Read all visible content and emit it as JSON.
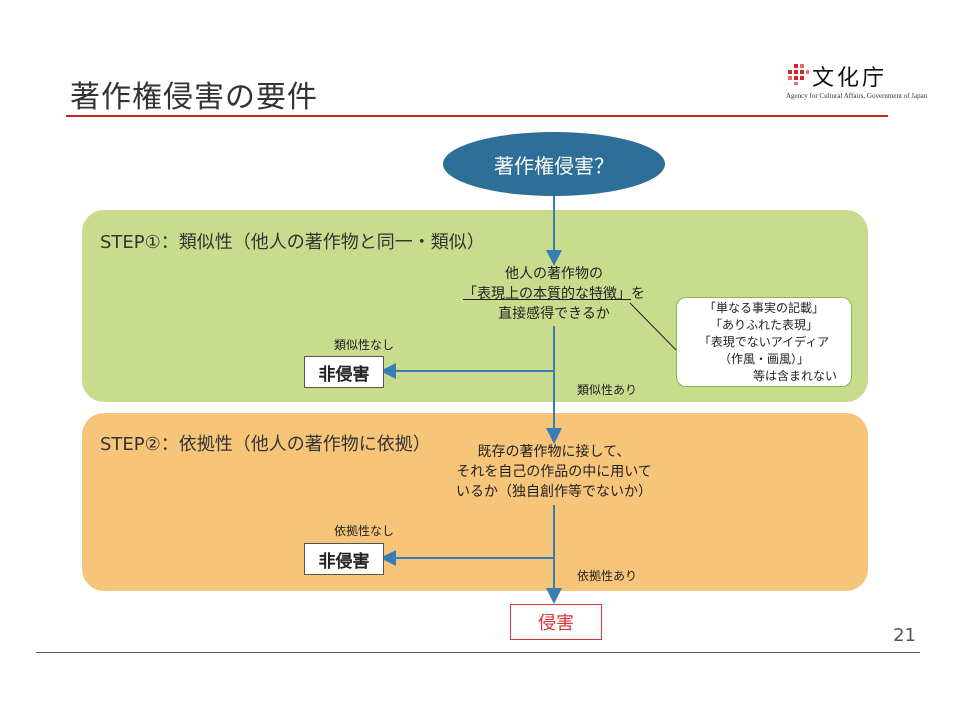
{
  "header": {
    "title": "著作権侵害の要件",
    "logo_text": "文化庁",
    "logo_sub": "Agency for Cultural Affairs, Government of Japan"
  },
  "diagram": {
    "start": "著作権侵害？",
    "step1": {
      "label": "STEP①：類似性（他人の著作物と同一・類似）",
      "question_line1": "他人の著作物の",
      "question_line2_underlined": "「表現上の本質的な特徴」",
      "question_line2_rest": "を",
      "question_line3": "直接感得できるか",
      "no_label": "類似性なし",
      "yes_label": "類似性あり",
      "result_no": "非侵害",
      "callout": [
        "「単なる事実の記載」",
        "「ありふれた表現」",
        "「表現でないアイディア",
        "（作風・画風）」",
        "等は含まれない"
      ]
    },
    "step2": {
      "label": "STEP②：依拠性（他人の著作物に依拠）",
      "question_line1": "既存の著作物に接して、",
      "question_line2": "それを自己の作品の中に用いて",
      "question_line3": "いるか（独自創作等でないか）",
      "no_label": "依拠性なし",
      "yes_label": "依拠性あり",
      "result_no": "非侵害"
    },
    "end": "侵害"
  },
  "footer": {
    "page_number": "21"
  },
  "colors": {
    "oval": "#2e6f98",
    "step1_bg": "#c9dc8e",
    "step2_bg": "#f7c57a",
    "arrow": "#3a7db5",
    "infringe": "#d63434",
    "title_rule": "#cc2222"
  }
}
